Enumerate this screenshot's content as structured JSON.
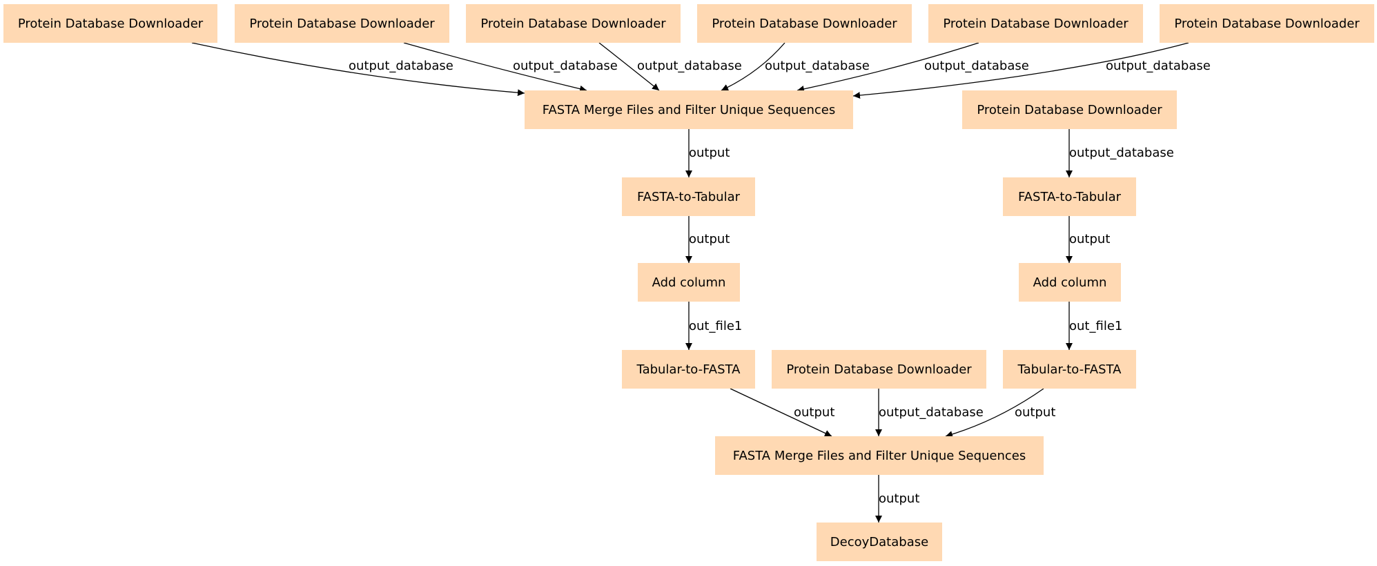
{
  "colors": {
    "node_fill": "#ffd9b3",
    "edge": "#000000",
    "background": "#ffffff"
  },
  "nodes": [
    {
      "id": "pdd1",
      "label": "Protein Database Downloader"
    },
    {
      "id": "pdd2",
      "label": "Protein Database Downloader"
    },
    {
      "id": "pdd3",
      "label": "Protein Database Downloader"
    },
    {
      "id": "pdd4",
      "label": "Protein Database Downloader"
    },
    {
      "id": "pdd5",
      "label": "Protein Database Downloader"
    },
    {
      "id": "pdd6",
      "label": "Protein Database Downloader"
    },
    {
      "id": "merge1",
      "label": "FASTA Merge Files and Filter Unique Sequences"
    },
    {
      "id": "pdd7",
      "label": "Protein Database Downloader"
    },
    {
      "id": "f2t_left",
      "label": "FASTA-to-Tabular"
    },
    {
      "id": "f2t_right",
      "label": "FASTA-to-Tabular"
    },
    {
      "id": "addcol_left",
      "label": "Add column"
    },
    {
      "id": "addcol_right",
      "label": "Add column"
    },
    {
      "id": "t2f_left",
      "label": "Tabular-to-FASTA"
    },
    {
      "id": "pdd8",
      "label": "Protein Database Downloader"
    },
    {
      "id": "t2f_right",
      "label": "Tabular-to-FASTA"
    },
    {
      "id": "merge2",
      "label": "FASTA Merge Files and Filter Unique Sequences"
    },
    {
      "id": "decoy",
      "label": "DecoyDatabase"
    }
  ],
  "edges": [
    {
      "from": "pdd1",
      "to": "merge1",
      "label": "output_database"
    },
    {
      "from": "pdd2",
      "to": "merge1",
      "label": "output_database"
    },
    {
      "from": "pdd3",
      "to": "merge1",
      "label": "output_database"
    },
    {
      "from": "pdd4",
      "to": "merge1",
      "label": "output_database"
    },
    {
      "from": "pdd5",
      "to": "merge1",
      "label": "output_database"
    },
    {
      "from": "pdd6",
      "to": "merge1",
      "label": "output_database"
    },
    {
      "from": "merge1",
      "to": "f2t_left",
      "label": "output"
    },
    {
      "from": "pdd7",
      "to": "f2t_right",
      "label": "output_database"
    },
    {
      "from": "f2t_left",
      "to": "addcol_left",
      "label": "output"
    },
    {
      "from": "f2t_right",
      "to": "addcol_right",
      "label": "output"
    },
    {
      "from": "addcol_left",
      "to": "t2f_left",
      "label": "out_file1"
    },
    {
      "from": "addcol_right",
      "to": "t2f_right",
      "label": "out_file1"
    },
    {
      "from": "t2f_left",
      "to": "merge2",
      "label": "output"
    },
    {
      "from": "pdd8",
      "to": "merge2",
      "label": "output_database"
    },
    {
      "from": "t2f_right",
      "to": "merge2",
      "label": "output"
    },
    {
      "from": "merge2",
      "to": "decoy",
      "label": "output"
    }
  ]
}
